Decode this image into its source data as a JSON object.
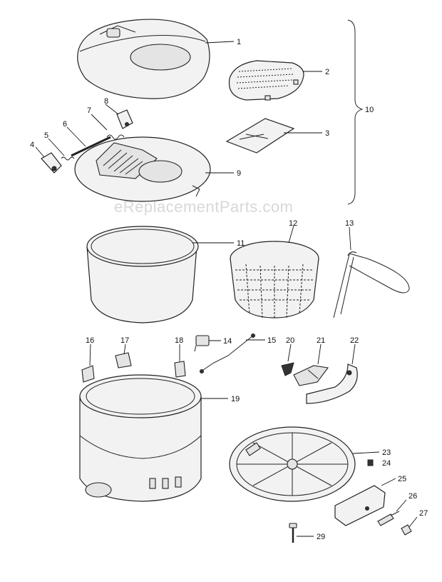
{
  "watermark": "eReplacementParts.com",
  "callouts": {
    "c1": "1",
    "c2": "2",
    "c3": "3",
    "c4": "4",
    "c5": "5",
    "c6": "6",
    "c7": "7",
    "c8": "8",
    "c9": "9",
    "c10": "10",
    "c11": "11",
    "c12": "12",
    "c13": "13",
    "c14": "14",
    "c15": "15",
    "c16": "16",
    "c17": "17",
    "c18": "18",
    "c19": "19",
    "c20": "20",
    "c21": "21",
    "c22": "22",
    "c23": "23",
    "c24": "24",
    "c25": "25",
    "c26": "26",
    "c27": "27",
    "c29": "29"
  }
}
